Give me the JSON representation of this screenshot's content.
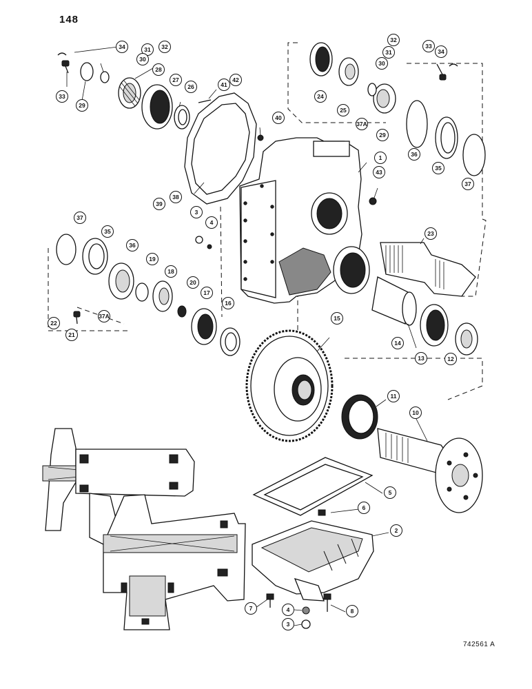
{
  "page_number": "148",
  "reference_code": "742561 A",
  "callouts": [
    "34",
    "31",
    "32",
    "30",
    "33",
    "29",
    "28",
    "27",
    "26",
    "41",
    "42",
    "40",
    "39",
    "38",
    "3",
    "4",
    "1",
    "43",
    "32",
    "31",
    "30",
    "24",
    "25",
    "29",
    "33",
    "34",
    "37A",
    "36",
    "35",
    "37",
    "23",
    "37",
    "35",
    "36",
    "19",
    "18",
    "20",
    "17",
    "16",
    "22",
    "21",
    "37A",
    "15",
    "14",
    "13",
    "12",
    "11",
    "10",
    "5",
    "6",
    "2",
    "7",
    "4",
    "8",
    "3"
  ]
}
